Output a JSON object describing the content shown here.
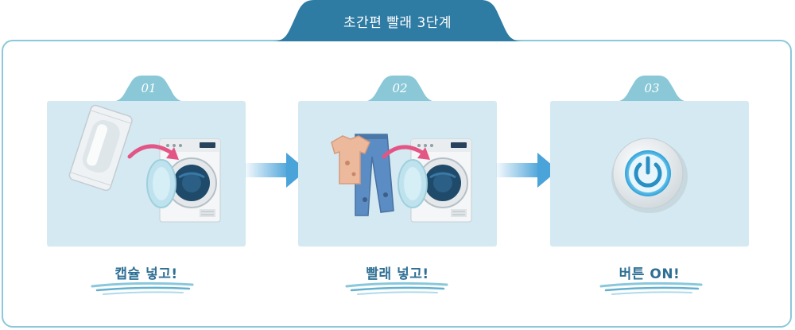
{
  "title": "초간편 빨래 3단계",
  "steps": [
    {
      "number": "01",
      "caption": "캡슐 넣고!",
      "icon": "capsule-into-washer"
    },
    {
      "number": "02",
      "caption": "빨래 넣고!",
      "icon": "clothes-into-washer"
    },
    {
      "number": "03",
      "caption": "버튼 ON!",
      "icon": "power-button"
    }
  ],
  "colors": {
    "tab": "#2e7ba3",
    "step_tab": "#8ac8d7",
    "panel": "#d4e9f1",
    "border": "#8cc8d9",
    "caption": "#2e6f94",
    "arrow": "#4aa3d9",
    "pink_arrow": "#e35585"
  }
}
